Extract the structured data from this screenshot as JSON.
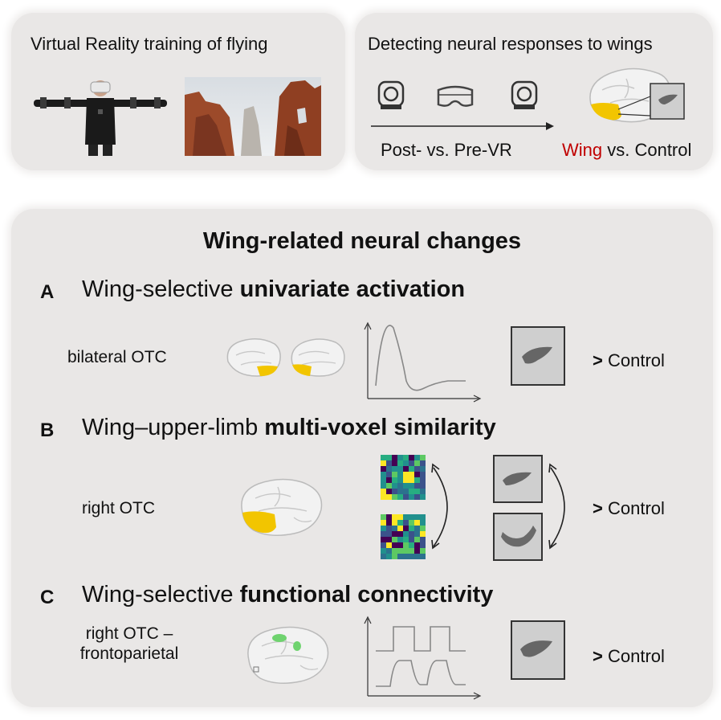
{
  "top_left": {
    "title": "Virtual Reality training of flying"
  },
  "top_right": {
    "title": "Detecting neural responses to wings",
    "timeline_label": "Post- vs. Pre-VR",
    "contrast_wing": "Wing",
    "contrast_rest": " vs. Control"
  },
  "main": {
    "title": "Wing-related neural changes",
    "rows": [
      {
        "letter": "A",
        "heading_plain": "Wing-selective ",
        "heading_bold": "univariate activation",
        "region": "bilateral OTC",
        "control_sign": ">",
        "control_label": " Control"
      },
      {
        "letter": "B",
        "heading_plain": "Wing–upper-limb ",
        "heading_bold": "multi-voxel similarity",
        "region": "right OTC",
        "control_sign": ">",
        "control_label": " Control"
      },
      {
        "letter": "C",
        "heading_plain": "Wing-selective ",
        "heading_bold": "functional connectivity",
        "region_line1": "right OTC –",
        "region_line2": "frontoparietal",
        "control_sign": ">",
        "control_label": " Control"
      }
    ]
  },
  "colors": {
    "panel_bg": "#e9e7e6",
    "highlight_yellow": "#f2c500",
    "connectivity_green": "#6fd36f",
    "wing_red": "#c00000"
  },
  "icons": [
    "vr-user-figure",
    "canyon-scene",
    "mri-scanner-icon",
    "vr-headset-icon",
    "brain-icon",
    "wing-stimulus",
    "arm-stimulus",
    "similarity-matrix"
  ]
}
